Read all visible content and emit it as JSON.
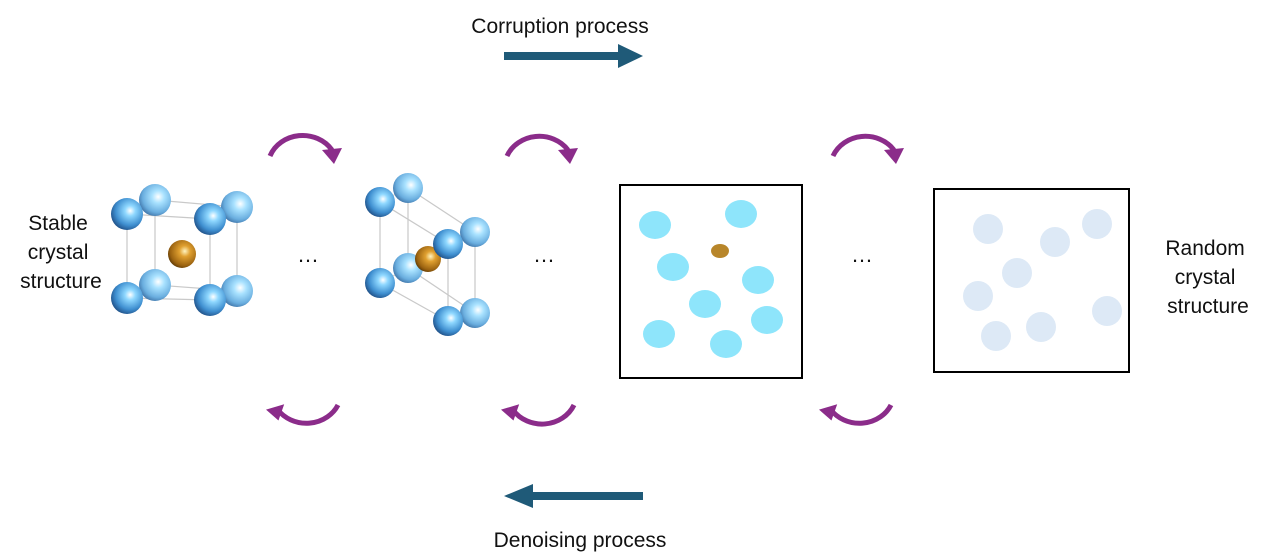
{
  "top_arrow": {
    "label": "Corruption process",
    "color": "#1f5a78"
  },
  "bottom_arrow": {
    "label": "Denoising process",
    "color": "#1f5a78"
  },
  "left_label": [
    "Stable",
    "crystal",
    "structure"
  ],
  "right_label": [
    "Random",
    "crystal",
    "structure"
  ],
  "ellipsis": "…",
  "colors": {
    "cycle_arrow": "#8b2c8a",
    "atom_blue": "#3a86c8",
    "atom_center": "#b07820",
    "noisy_atom": "#8ee5fb",
    "noisy_center": "#b8862a",
    "random_atom": "#dde9f6"
  }
}
